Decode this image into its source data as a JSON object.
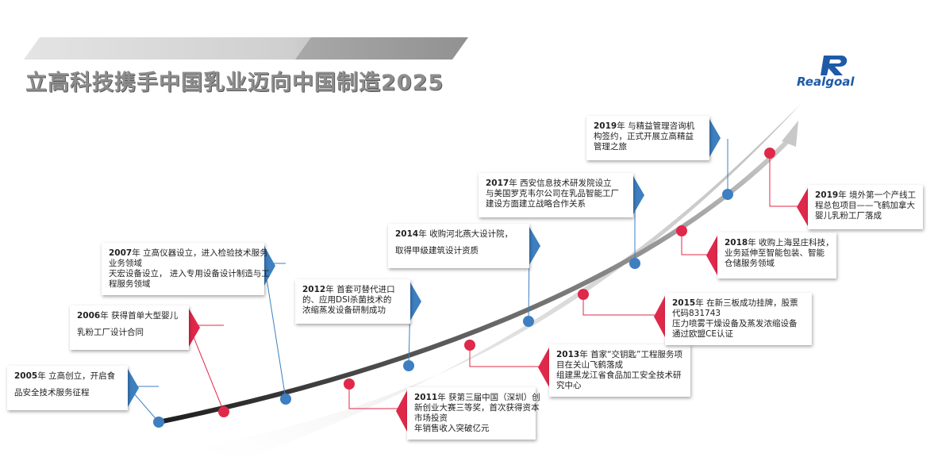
{
  "title": "立高科技携手中国乳业迈向中国制造2025",
  "logo": {
    "text": "Realgoal",
    "color": "#1e5aa8"
  },
  "colors": {
    "blue_node": "#3d7fc0",
    "red_node": "#e0294a",
    "line_dark": "#333333"
  },
  "milestones": [
    {
      "id": "2005",
      "year": "2005",
      "year_suffix": "年 立高创立，开启食",
      "lines": [
        "品安全技术服务征程"
      ],
      "marker": "blue"
    },
    {
      "id": "2006",
      "year": "2006",
      "year_suffix": "年 获得首单大型婴儿",
      "lines": [
        "乳粉工厂设计合同"
      ],
      "marker": "red"
    },
    {
      "id": "2007",
      "year": "2007",
      "year_suffix": "年 立高仪器设立，进入检验技术服务",
      "lines": [
        "业务领域",
        "天宏设备设立， 进入专用设备设计制造与工",
        "程服务领域"
      ],
      "marker": "blue"
    },
    {
      "id": "2011",
      "year": "2011",
      "year_suffix": "年 获第三届中国（深圳）创",
      "lines": [
        "新创业大赛三等奖，首次获得资本",
        "市场投资",
        "年销售收入突破亿元"
      ],
      "marker": "red"
    },
    {
      "id": "2012",
      "year": "2012",
      "year_suffix": "年 首套可替代进口",
      "lines": [
        "的、应用DSI杀菌技术的",
        "浓缩蒸发设备研制成功"
      ],
      "marker": "blue"
    },
    {
      "id": "2013",
      "year": "2013",
      "year_suffix": "年 首家“交钥匙”工程服务项",
      "lines": [
        "目在关山飞鹤落成",
        "组建黑龙江省食品加工安全技术研",
        "究中心"
      ],
      "marker": "red"
    },
    {
      "id": "2014",
      "year": "2014",
      "year_suffix": "年 收购河北燕大设计院，",
      "lines": [
        "取得甲级建筑设计资质"
      ],
      "marker": "blue"
    },
    {
      "id": "2015",
      "year": "2015",
      "year_suffix": "年 在新三板成功挂牌，股票",
      "lines": [
        "代码831743",
        "压力喷雾干燥设备及蒸发浓缩设备",
        "通过欧盟CE认证"
      ],
      "marker": "red"
    },
    {
      "id": "2017",
      "year": "2017",
      "year_suffix": "年 西安信息技术研发院设立",
      "lines": [
        "与美国罗克韦尔公司在乳品智能工厂",
        "建设方面建立战略合作关系"
      ],
      "marker": "blue"
    },
    {
      "id": "2018",
      "year": "2018",
      "year_suffix": "年 收购上海昱庄科技，",
      "lines": [
        "业务延伸至智能包装、智能",
        "仓储服务领域"
      ],
      "marker": "red"
    },
    {
      "id": "2019a",
      "year": "2019",
      "year_suffix": "年 与精益管理咨询机",
      "lines": [
        "构签约，正式开展立高精益",
        "管理之旅"
      ],
      "marker": "blue"
    },
    {
      "id": "2019b",
      "year": "2019",
      "year_suffix": "年 境外第一个产线工",
      "lines": [
        "程总包项目——飞鹤加拿大",
        "婴儿乳粉工厂落成"
      ],
      "marker": "red"
    }
  ]
}
